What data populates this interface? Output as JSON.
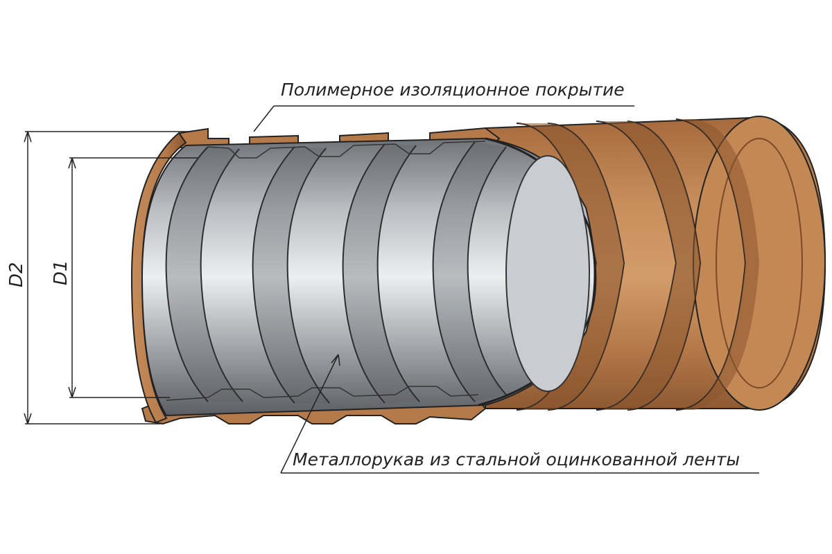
{
  "labels": {
    "coating": "Полимерное изоляционное покрытие",
    "sleeve": "Металлорукав из стальной оцинкованной ленты"
  },
  "dimensions": {
    "outer": "D2",
    "inner": "D1"
  },
  "colors": {
    "coating_fill": "#b57a4a",
    "coating_dark": "#7a4a28",
    "coating_light": "#cf9866",
    "steel_fill": "#a9acb0",
    "steel_light": "#e8eaec",
    "steel_dark": "#55585c",
    "line": "#222222"
  }
}
